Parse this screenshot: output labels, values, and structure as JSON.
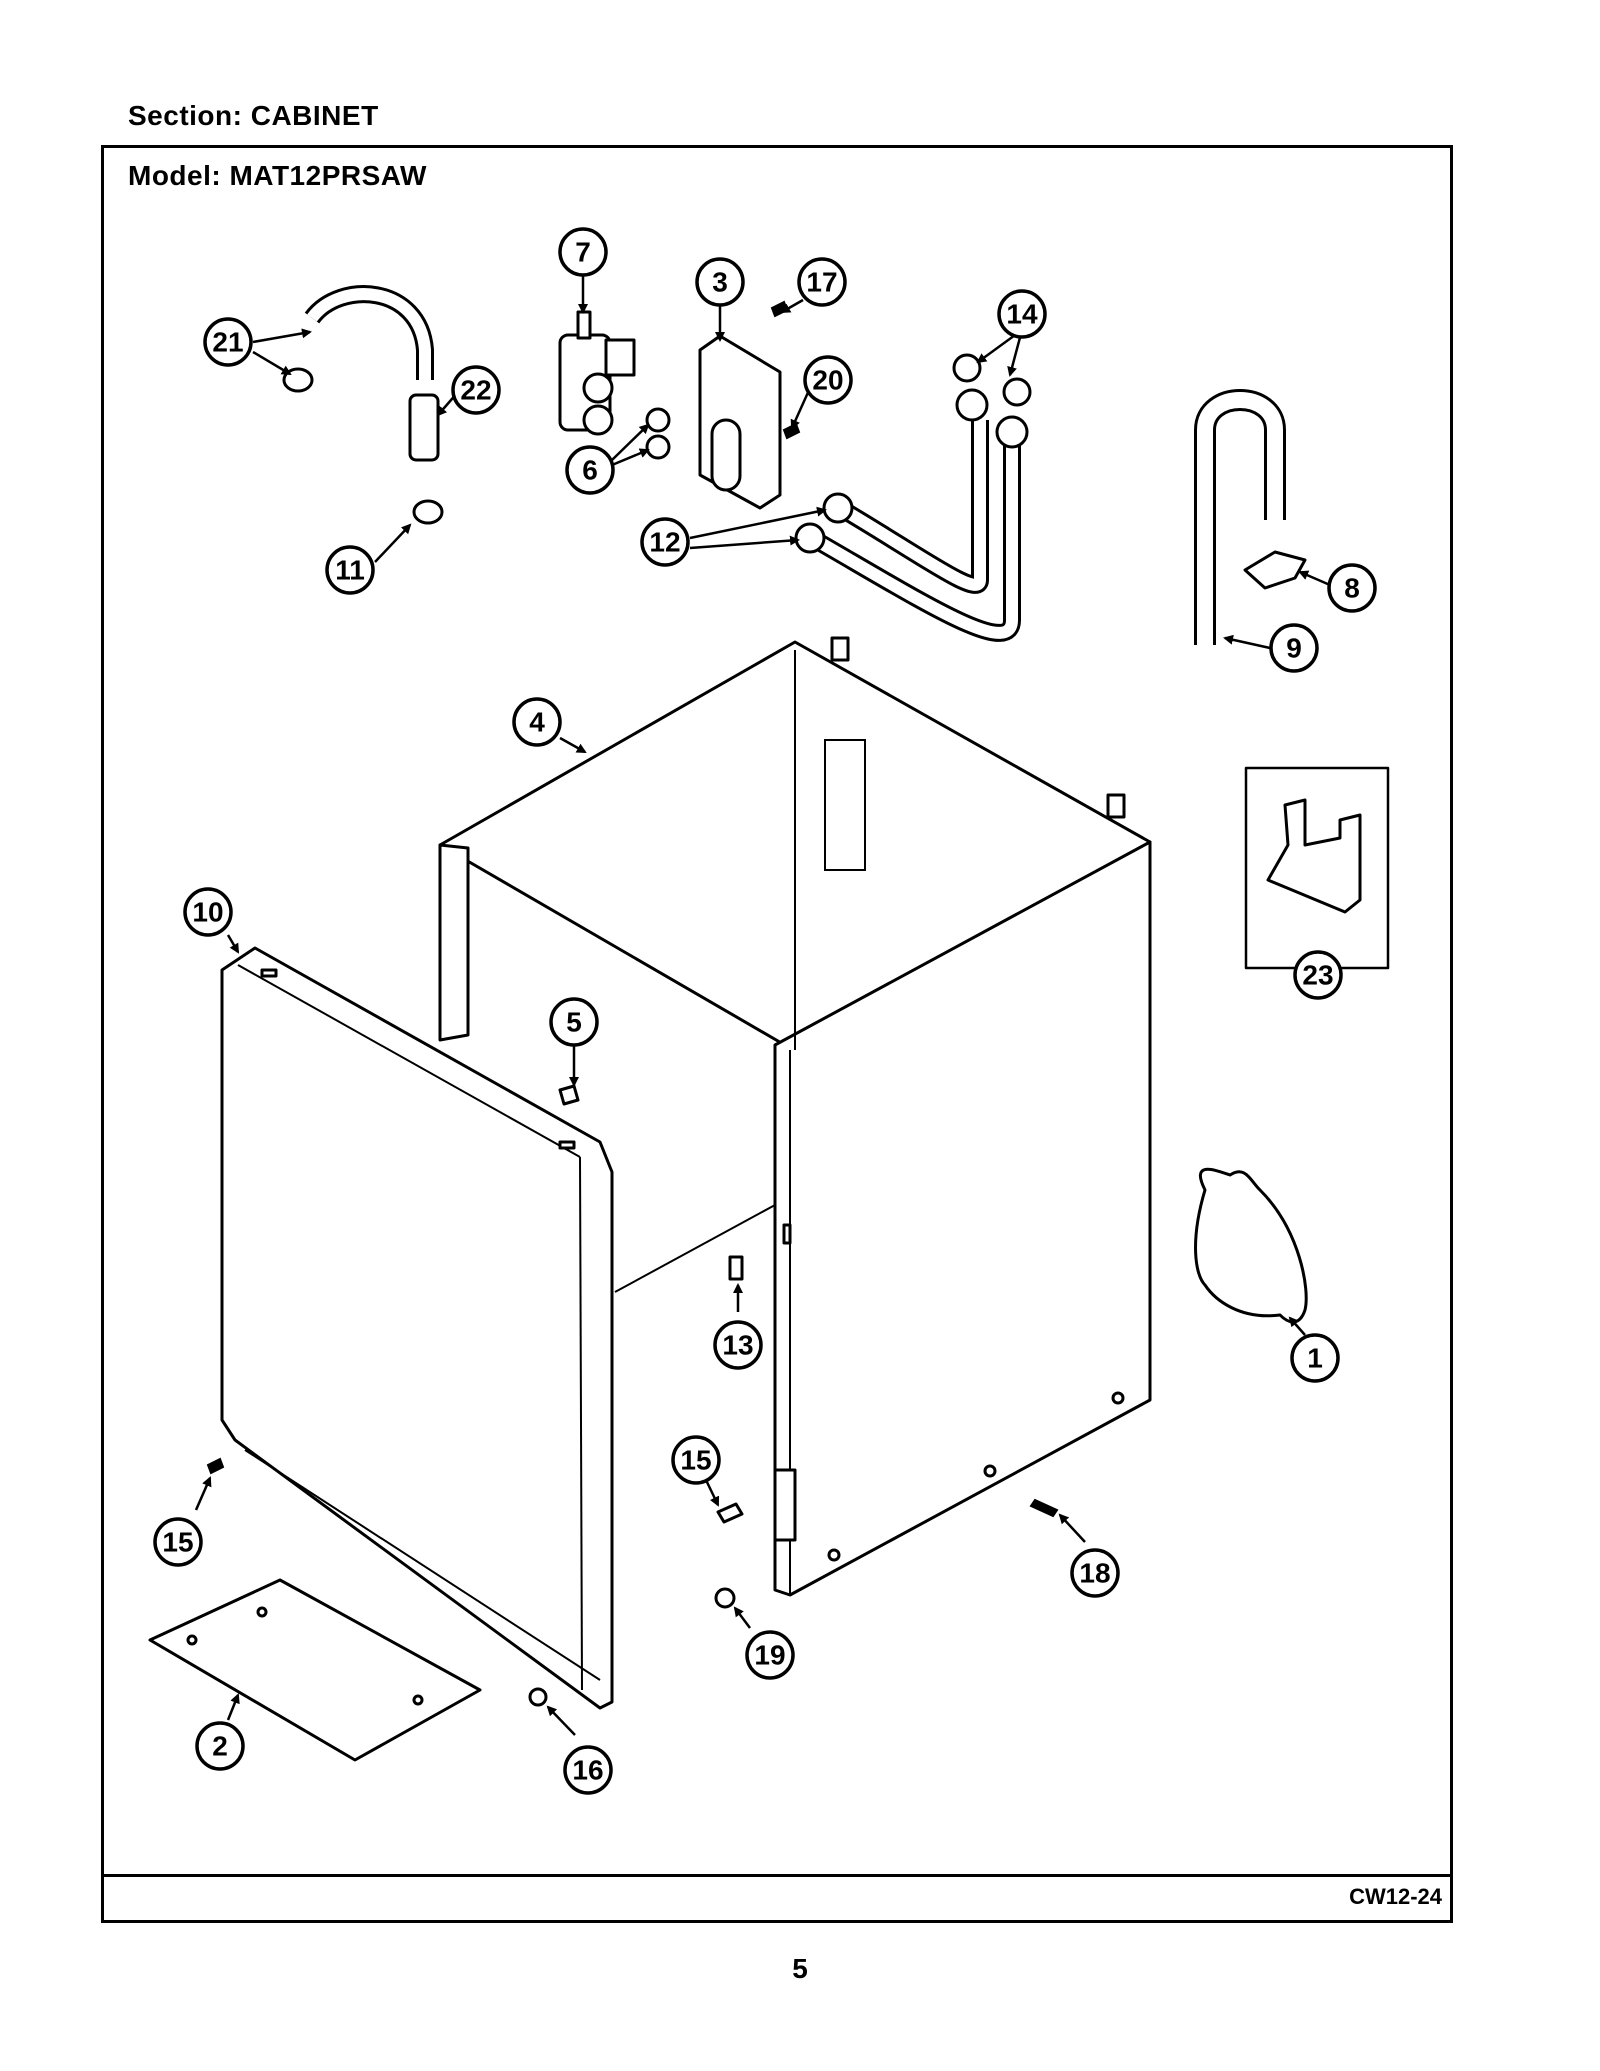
{
  "header": {
    "section": "Section:  CABINET",
    "model": "Model:  MAT12PRSAW"
  },
  "footer": {
    "diagram_code": "CW12-24",
    "page_number": "5"
  },
  "callouts": {
    "c1": "1",
    "c2": "2",
    "c3": "3",
    "c4": "4",
    "c5": "5",
    "c6": "6",
    "c7": "7",
    "c8": "8",
    "c9": "9",
    "c10": "10",
    "c11": "11",
    "c12": "12",
    "c13": "13",
    "c14": "14",
    "c15a": "15",
    "c15b": "15",
    "c16": "16",
    "c17": "17",
    "c18": "18",
    "c19": "19",
    "c20": "20",
    "c21": "21",
    "c22": "22",
    "c23": "23"
  }
}
